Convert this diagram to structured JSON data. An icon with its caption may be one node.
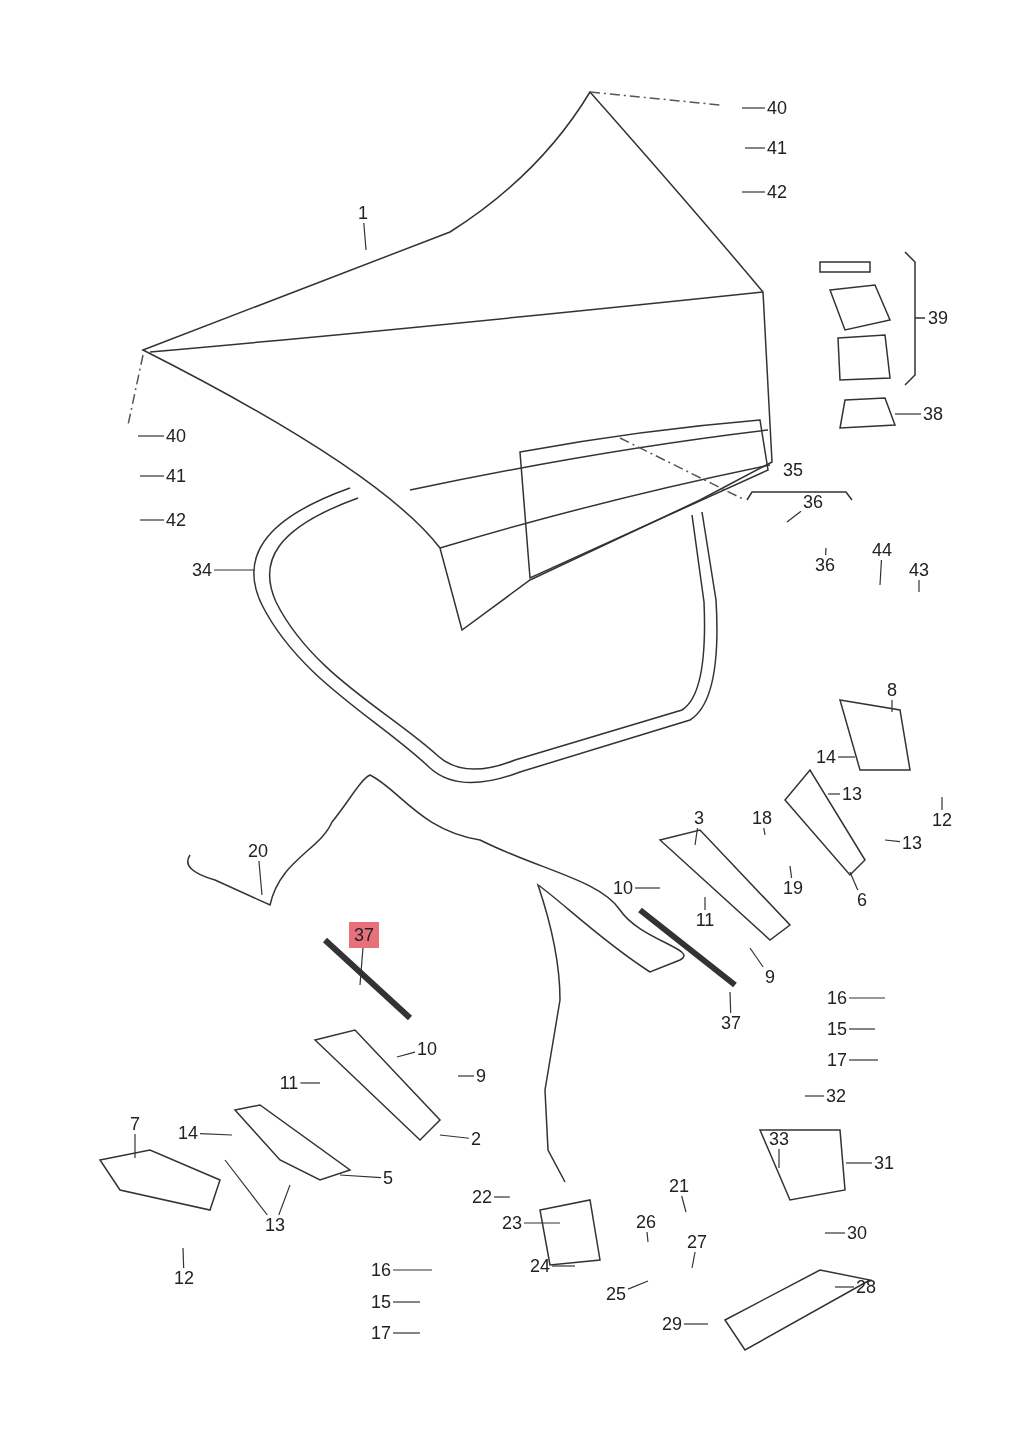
{
  "diagram": {
    "nodes": [
      {
        "text": [
          "1"
        ]
      },
      {
        "text": [
          "40"
        ]
      },
      {
        "text": [
          "41"
        ]
      },
      {
        "text": [
          "42"
        ]
      },
      {
        "text": [
          "38"
        ]
      },
      {
        "text": [
          "40"
        ]
      },
      {
        "text": [
          "41"
        ]
      },
      {
        "text": [
          "42"
        ]
      },
      {
        "text": [
          "36"
        ]
      },
      {
        "text": [
          "44"
        ]
      },
      {
        "text": [
          "34"
        ]
      },
      {
        "text": [
          "36"
        ]
      },
      {
        "text": [
          "43"
        ]
      },
      {
        "text": [
          "8"
        ]
      },
      {
        "text": [
          "14"
        ]
      },
      {
        "text": [
          "13"
        ]
      },
      {
        "text": [
          "12"
        ]
      },
      {
        "text": [
          "3"
        ]
      },
      {
        "text": [
          "18"
        ]
      },
      {
        "text": [
          "13"
        ]
      },
      {
        "text": [
          "20"
        ]
      },
      {
        "text": [
          "10"
        ]
      },
      {
        "text": [
          "19"
        ]
      },
      {
        "text": [
          "6"
        ]
      },
      {
        "text": [
          "11"
        ]
      },
      {
        "text": [
          "37"
        ]
      },
      {
        "text": [
          "9"
        ]
      },
      {
        "text": [
          "16"
        ]
      },
      {
        "text": [
          "37"
        ]
      },
      {
        "text": [
          "15"
        ]
      },
      {
        "text": [
          "10"
        ]
      },
      {
        "text": [
          "17"
        ]
      },
      {
        "text": [
          "9"
        ]
      },
      {
        "text": [
          "11"
        ]
      },
      {
        "text": [
          "32"
        ]
      },
      {
        "text": [
          "7"
        ]
      },
      {
        "text": [
          "14"
        ]
      },
      {
        "text": [
          "2"
        ]
      },
      {
        "text": [
          "33"
        ]
      },
      {
        "text": [
          "31"
        ]
      },
      {
        "text": [
          "5"
        ]
      },
      {
        "text": [
          "21"
        ]
      },
      {
        "text": [
          "22"
        ]
      },
      {
        "text": [
          "26"
        ]
      },
      {
        "text": [
          "23"
        ]
      },
      {
        "text": [
          "13"
        ]
      },
      {
        "text": [
          "30"
        ]
      },
      {
        "text": [
          "27"
        ]
      },
      {
        "text": [
          "24"
        ]
      },
      {
        "text": [
          "16"
        ]
      },
      {
        "text": [
          "12"
        ]
      },
      {
        "text": [
          "28"
        ]
      },
      {
        "text": [
          "25"
        ]
      },
      {
        "text": [
          "15"
        ]
      },
      {
        "text": [
          "29"
        ]
      },
      {
        "text": [
          "17"
        ]
      }
    ],
    "edges": [
      {
        "from": 0,
        "to": null,
        "arrow": "none"
      },
      {
        "from": 1,
        "to": null,
        "arrow": "none"
      },
      {
        "from": 2,
        "to": null,
        "arrow": "none"
      },
      {
        "from": 3,
        "to": null,
        "arrow": "none"
      },
      {
        "from": 4,
        "to": null,
        "arrow": "none"
      },
      {
        "from": 5,
        "to": null,
        "arrow": "none"
      },
      {
        "from": 6,
        "to": null,
        "arrow": "none"
      },
      {
        "from": 7,
        "to": null,
        "arrow": "none"
      },
      {
        "from": 8,
        "to": null,
        "arrow": "none"
      },
      {
        "from": 9,
        "to": null,
        "arrow": "none"
      },
      {
        "from": 10,
        "to": null,
        "arrow": "none"
      },
      {
        "from": 11,
        "to": null,
        "arrow": "none"
      },
      {
        "from": 12,
        "to": null,
        "arrow": "none"
      },
      {
        "from": 13,
        "to": null,
        "arrow": "none"
      },
      {
        "from": 14,
        "to": null,
        "arrow": "none"
      },
      {
        "from": 15,
        "to": null,
        "arrow": "none"
      },
      {
        "from": 16,
        "to": null,
        "arrow": "none"
      },
      {
        "from": 17,
        "to": null,
        "arrow": "none"
      },
      {
        "from": 18,
        "to": null,
        "arrow": "none"
      },
      {
        "from": 19,
        "to": null,
        "arrow": "none"
      },
      {
        "from": 20,
        "to": null,
        "arrow": "none"
      },
      {
        "from": 21,
        "to": null,
        "arrow": "none"
      },
      {
        "from": 22,
        "to": null,
        "arrow": "none"
      },
      {
        "from": 23,
        "to": null,
        "arrow": "none"
      },
      {
        "from": 24,
        "to": null,
        "arrow": "none"
      },
      {
        "from": 25,
        "to": null,
        "arrow": "none"
      },
      {
        "from": 26,
        "to": null,
        "arrow": "none"
      },
      {
        "from": 27,
        "to": null,
        "arrow": "none"
      },
      {
        "from": 28,
        "to": null,
        "arrow": "none"
      },
      {
        "from": 29,
        "to": null,
        "arrow": "none"
      },
      {
        "from": 30,
        "to": null,
        "arrow": "none"
      },
      {
        "from": 31,
        "to": null,
        "arrow": "none"
      },
      {
        "from": 32,
        "to": null,
        "arrow": "none"
      },
      {
        "from": 33,
        "to": null,
        "arrow": "none"
      },
      {
        "from": 34,
        "to": null,
        "arrow": "none"
      },
      {
        "from": 35,
        "to": null,
        "arrow": "none"
      },
      {
        "from": 36,
        "to": null,
        "arrow": "none"
      },
      {
        "from": 37,
        "to": null,
        "arrow": "none"
      },
      {
        "from": 38,
        "to": null,
        "arrow": "none"
      },
      {
        "from": 39,
        "to": null,
        "arrow": "none"
      },
      {
        "from": 40,
        "to": null,
        "arrow": "none"
      },
      {
        "from": 41,
        "to": null,
        "arrow": "none"
      },
      {
        "from": 42,
        "to": null,
        "arrow": "none"
      },
      {
        "from": 43,
        "to": null,
        "arrow": "none"
      },
      {
        "from": 44,
        "to": null,
        "arrow": "none"
      },
      {
        "from": 45,
        "to": null,
        "arrow": "none"
      },
      {
        "from": 45,
        "to": null,
        "arrow": "none"
      },
      {
        "from": 46,
        "to": null,
        "arrow": "none"
      },
      {
        "from": 47,
        "to": null,
        "arrow": "none"
      },
      {
        "from": 48,
        "to": null,
        "arrow": "none"
      },
      {
        "from": 49,
        "to": null,
        "arrow": "none"
      },
      {
        "from": 50,
        "to": null,
        "arrow": "none"
      },
      {
        "from": 51,
        "to": null,
        "arrow": "none"
      },
      {
        "from": 52,
        "to": null,
        "arrow": "none"
      },
      {
        "from": 53,
        "to": null,
        "arrow": "none"
      },
      {
        "from": 54,
        "to": null,
        "arrow": "none"
      },
      {
        "from": 55,
        "to": null,
        "arrow": "none"
      }
    ],
    "labels": [
      "39",
      "35"
    ]
  }
}
